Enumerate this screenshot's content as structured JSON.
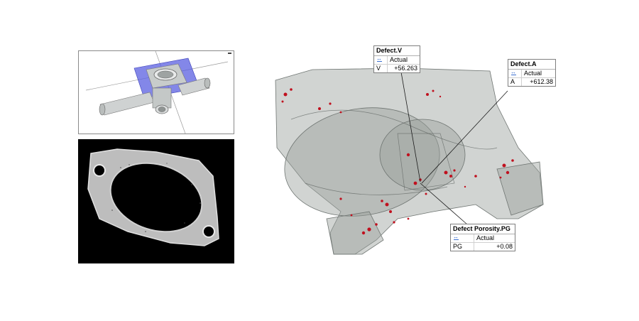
{
  "labels": {
    "defect_v": {
      "title": "Defect.V",
      "header": "Actual",
      "key": "V",
      "value": "+56.263"
    },
    "defect_a": {
      "title": "Defect.A",
      "header": "Actual",
      "key": "A",
      "value": "+612.38"
    },
    "defect_pg": {
      "title": "Defect Porosity.PG",
      "header": "Actual",
      "key": "PG",
      "value": "+0.08"
    }
  },
  "colors": {
    "defect_red": "#c0101e",
    "part_gray": "#9aa09c",
    "section_plane": "#4a4fd0",
    "panel_border": "#8a8a8a"
  },
  "icons": {
    "viewport_corner": "window-control-icon",
    "label_header": "double-arrow-icon"
  }
}
